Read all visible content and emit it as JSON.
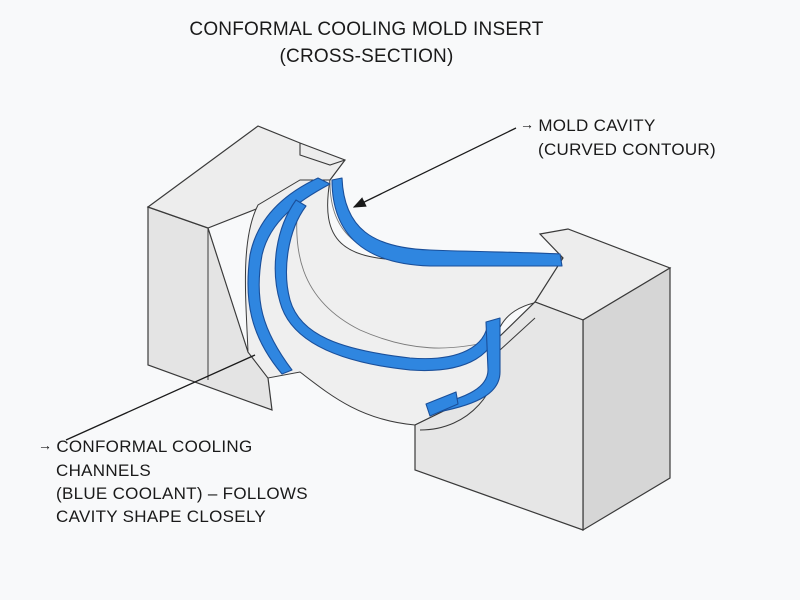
{
  "title": {
    "line1": "CONFORMAL COOLING MOLD INSERT",
    "line2": "(CROSS-SECTION)"
  },
  "labels": {
    "cavity": {
      "arrow": "→",
      "line1": "MOLD CAVITY",
      "line2": "(CURVED CONTOUR)"
    },
    "channels": {
      "arrow": "→",
      "line1": "CONFORMAL COOLING",
      "line2": "CHANNELS",
      "line3": "(BLUE COOLANT) – FOLLOWS",
      "line4": "CAVITY SHAPE CLOSELY"
    }
  },
  "colors": {
    "background": "#f8f9fa",
    "block_face": "#e6e6e6",
    "block_top": "#ececec",
    "block_side": "#d7d7d7",
    "cavity_surface": "#eeeeee",
    "coolant": "#2f86e0",
    "coolant_edge": "#1a4f9a",
    "outline": "#3a3a3a"
  }
}
